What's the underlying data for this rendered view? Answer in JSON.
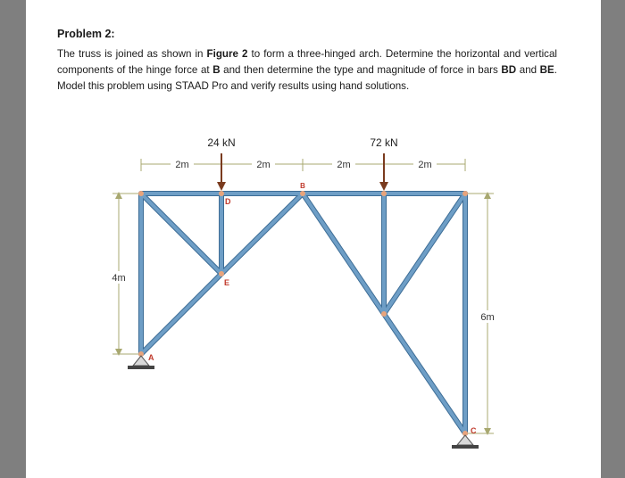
{
  "problem": {
    "heading": "Problem 2:",
    "statement": [
      {
        "text": "The truss is joined as shown in ",
        "bold": false
      },
      {
        "text": "Figure 2",
        "bold": true
      },
      {
        "text": " to form a three-hinged arch. Determine the horizontal and vertical components of the hinge force at ",
        "bold": false
      },
      {
        "text": "B",
        "bold": true
      },
      {
        "text": " and then determine the type and magnitude of force in bars ",
        "bold": false
      },
      {
        "text": "BD",
        "bold": true
      },
      {
        "text": " and ",
        "bold": false
      },
      {
        "text": "BE",
        "bold": true
      },
      {
        "text": ". Model this problem using STAAD Pro and verify results using hand solutions.",
        "bold": false
      }
    ]
  },
  "figure": {
    "loads": {
      "left": "24 kN",
      "right": "72 kN"
    },
    "spacing_labels": [
      "2m",
      "2m",
      "2m",
      "2m"
    ],
    "height_left": "4m",
    "height_right": "6m",
    "node_labels": {
      "A": "A",
      "B": "B",
      "C": "C",
      "D": "D",
      "E": "E"
    },
    "colors": {
      "member": "#5d8fb8",
      "member_edge": "#3d6d96",
      "joint": "#e8a47c",
      "load_arrow": "#7a3b1e",
      "label_red": "#c0392b",
      "dimension": "#c9c98a"
    }
  }
}
